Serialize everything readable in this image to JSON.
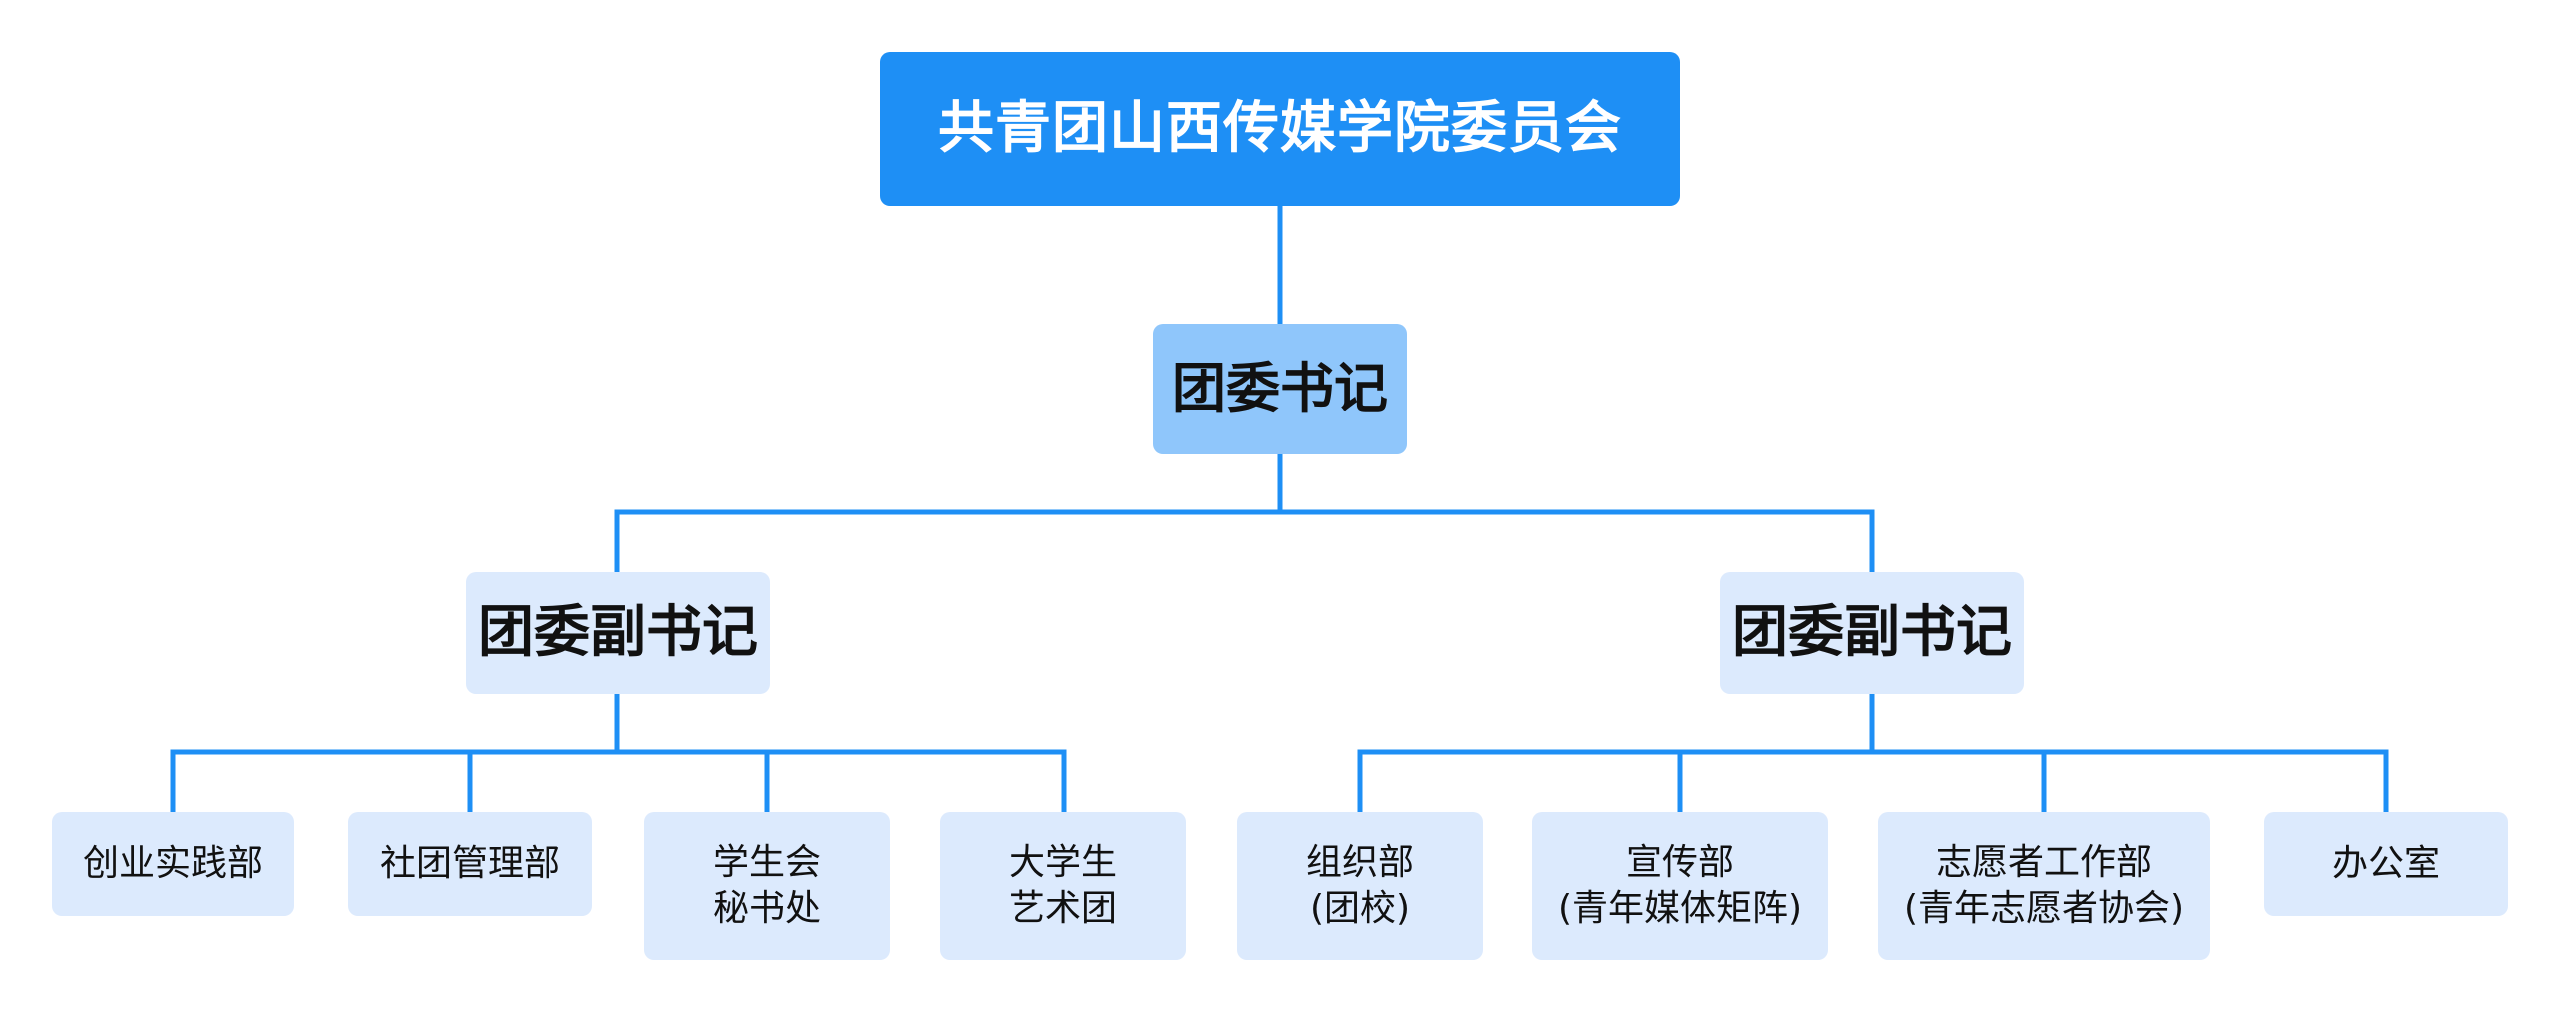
{
  "root": {
    "label": "共青团山西传媒学院委员会"
  },
  "secretary": {
    "label": "团委书记"
  },
  "deputies": [
    {
      "label": "团委副书记"
    },
    {
      "label": "团委副书记"
    }
  ],
  "departments": [
    {
      "label": "创业实践部"
    },
    {
      "label": "社团管理部"
    },
    {
      "label": "学生会\n秘书处"
    },
    {
      "label": "大学生\n艺术团"
    },
    {
      "label": "组织部\n(团校)"
    },
    {
      "label": "宣传部\n(青年媒体矩阵)"
    },
    {
      "label": "志愿者工作部\n(青年志愿者协会)"
    },
    {
      "label": "办公室"
    }
  ],
  "colors": {
    "root_fill": "#1e8ff5",
    "secretary_fill": "#8fc6fb",
    "deputy_fill": "#dceafd",
    "department_fill": "#dceafd",
    "connector": "#1e8ff5"
  }
}
